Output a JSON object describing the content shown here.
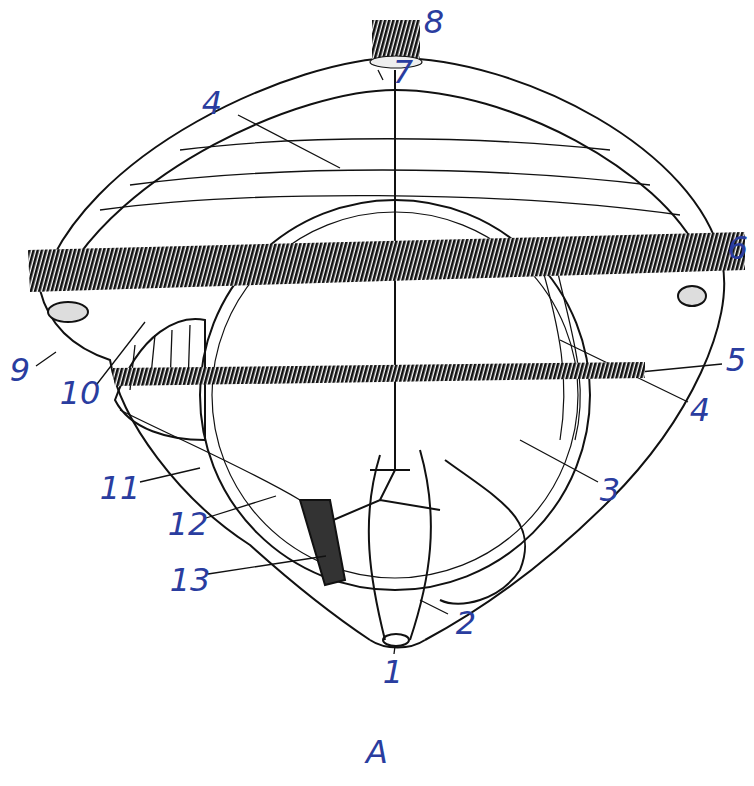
{
  "diagram": {
    "labels": [
      "8",
      "7",
      "4",
      "6",
      "9",
      "10",
      "5",
      "4",
      "11",
      "3",
      "12",
      "13",
      "1",
      "2",
      "A"
    ]
  }
}
